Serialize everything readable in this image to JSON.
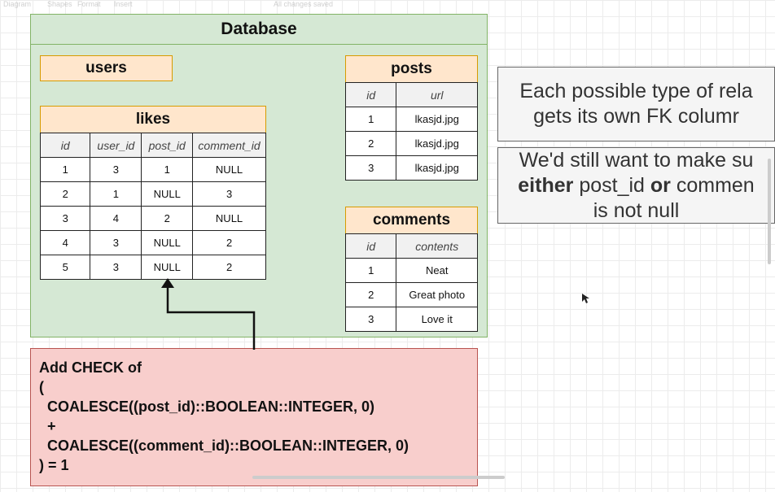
{
  "toolbar": {
    "items": [
      "Diagram",
      "Shapes",
      "Format",
      "Insert",
      "All changes saved"
    ]
  },
  "database": {
    "title": "Database",
    "users": {
      "title": "users"
    },
    "likes": {
      "title": "likes",
      "columns": [
        "id",
        "user_id",
        "post_id",
        "comment_id"
      ],
      "rows": [
        [
          "1",
          "3",
          "1",
          "NULL"
        ],
        [
          "2",
          "1",
          "NULL",
          "3"
        ],
        [
          "3",
          "4",
          "2",
          "NULL"
        ],
        [
          "4",
          "3",
          "NULL",
          "2"
        ],
        [
          "5",
          "3",
          "NULL",
          "2"
        ]
      ]
    },
    "posts": {
      "title": "posts",
      "columns": [
        "id",
        "url"
      ],
      "rows": [
        [
          "1",
          "lkasjd.jpg"
        ],
        [
          "2",
          "lkasjd.jpg"
        ],
        [
          "3",
          "lkasjd.jpg"
        ]
      ]
    },
    "comments": {
      "title": "comments",
      "columns": [
        "id",
        "contents"
      ],
      "rows": [
        [
          "1",
          "Neat"
        ],
        [
          "2",
          "Great photo"
        ],
        [
          "3",
          "Love it"
        ]
      ]
    }
  },
  "check": {
    "lines": [
      "Add CHECK of",
      "(",
      "  COALESCE((post_id)::BOOLEAN::INTEGER, 0)",
      "  +",
      "  COALESCE((comment_id)::BOOLEAN::INTEGER, 0)",
      ") = 1"
    ]
  },
  "notes": {
    "note1": {
      "line1": "Each possible type of rela",
      "line2": "gets its own FK columr"
    },
    "note2": {
      "line1": "We'd still want to make su",
      "line2_b1": "either",
      "line2_m": " post_id ",
      "line2_b2": "or",
      "line2_e": " commen",
      "line3": "is not null"
    }
  },
  "colors": {
    "database_fill": "#d5e8d4",
    "table_header_fill": "#ffe6cc",
    "check_fill": "#f8cecc",
    "note_fill": "#f5f5f5"
  }
}
